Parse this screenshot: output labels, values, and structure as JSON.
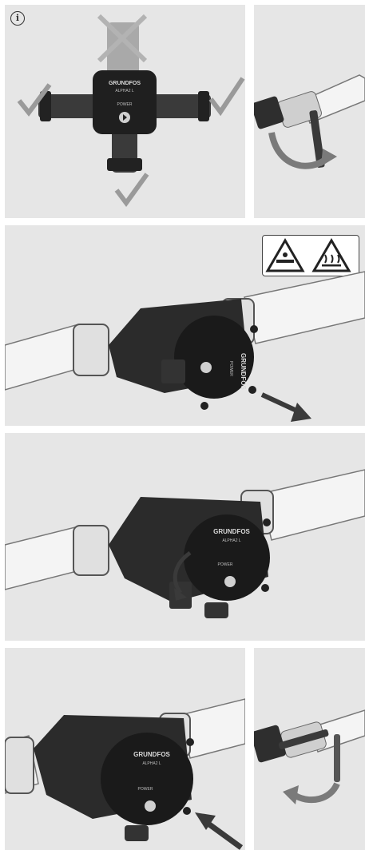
{
  "brand": "GRUNDFOS",
  "model": "ALPHA2 L",
  "power_label": "POWER",
  "info_symbol": "i",
  "warnings": {
    "icons": [
      "hot-surface-pipe-warning-icon",
      "hot-surface-warning-icon"
    ]
  },
  "step_icons": [
    "checkmark-icon",
    "cross-icon",
    "curved-arrow-icon",
    "straight-arrow-icon"
  ],
  "colors": {
    "panel_bg": "#e6e6e6",
    "pump_body": "#2b2b2b",
    "pipe": "#f4f4f4",
    "check": "#9a9a9a",
    "arrow": "#3a3a3a"
  }
}
